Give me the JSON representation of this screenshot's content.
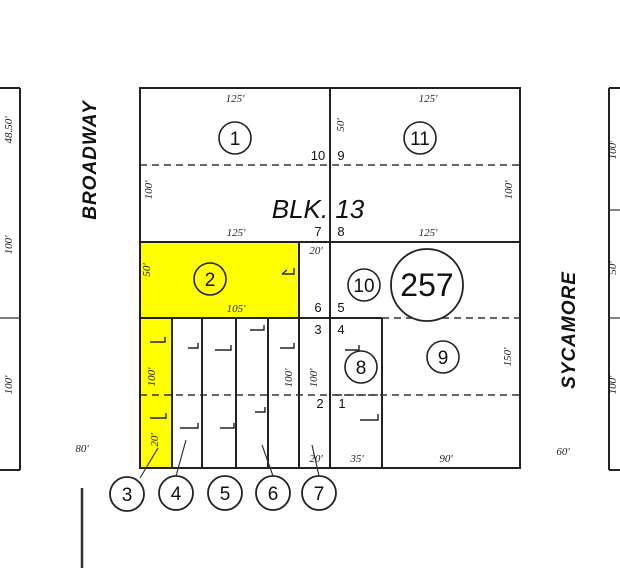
{
  "map": {
    "block_label": "BLK. 13",
    "streets": {
      "west": "BROADWAY",
      "east": "SYCAMORE"
    },
    "parcel_number": "257",
    "highlight_color": "#ffff00",
    "lots": {
      "l1": "1",
      "l2": "2",
      "l3": "3",
      "l4": "4",
      "l5": "5",
      "l6": "6",
      "l7": "7",
      "l8": "8",
      "l9": "9",
      "l10": "10",
      "l11": "11"
    },
    "dims": {
      "top_w": "125'",
      "top_e": "125'",
      "d50": "50'",
      "d100e": "100'",
      "d100w": "100'",
      "mid_w": "125'",
      "mid_e": "125'",
      "lot2_h": "50'",
      "lot2_w": "105'",
      "d20": "20'",
      "lot3_h": "100'",
      "lot6_h": "100'",
      "lot7_h": "100'",
      "d150": "150'",
      "d35": "35'",
      "d90": "90'",
      "bot20": "20'",
      "left80": "80'",
      "right60": "60'",
      "lot3_w": "20'",
      "wl1": "48.50'",
      "wl2": "100'",
      "wl3": "100'",
      "er1": "100'",
      "er2": "50'",
      "er3": "100'"
    },
    "line_numbers": {
      "n10": "10",
      "n9": "9",
      "n7": "7",
      "n8": "8",
      "n6": "6",
      "n5": "5",
      "n3": "3",
      "n4": "4",
      "n2": "2",
      "n1": "1"
    }
  }
}
